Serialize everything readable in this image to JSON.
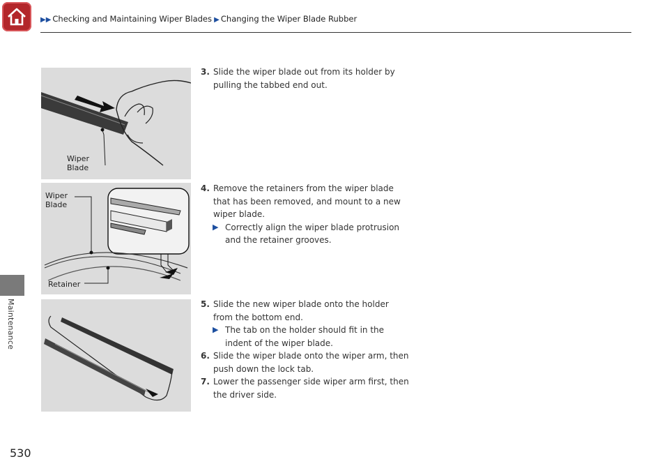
{
  "header": {
    "crumb1": "Checking and Maintaining Wiper Blades",
    "crumb2": "Changing the Wiper Blade Rubber",
    "accent": "#b3262a",
    "arrow_color": "#1d4fa0"
  },
  "sidebar": {
    "section": "Maintenance"
  },
  "page_number": "530",
  "figures": {
    "fig1": {
      "label_line1": "Wiper",
      "label_line2": "Blade"
    },
    "fig2": {
      "label_line1": "Wiper",
      "label_line2": "Blade",
      "retainer": "Retainer"
    }
  },
  "steps": {
    "s3": {
      "num": "3.",
      "text": "Slide the wiper blade out from its holder by pulling the tabbed end out."
    },
    "s4": {
      "num": "4.",
      "text": "Remove the retainers from the wiper blade that has been removed, and mount to a new wiper blade.",
      "sub": "Correctly align the wiper blade protrusion and the retainer grooves."
    },
    "s5": {
      "num": "5.",
      "text": "Slide the new wiper blade onto the holder from the bottom end.",
      "sub": "The tab on the holder should fit in the indent of the wiper blade."
    },
    "s6": {
      "num": "6.",
      "text": "Slide the wiper blade onto the wiper arm, then push down the lock tab."
    },
    "s7": {
      "num": "7.",
      "text": "Lower the passenger side wiper arm first, then the driver side."
    }
  }
}
